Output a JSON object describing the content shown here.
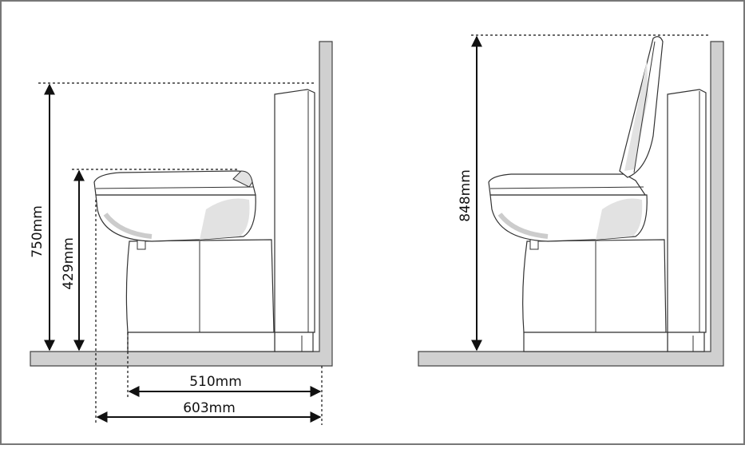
{
  "dimensions": {
    "seat_height": "429mm",
    "lid_closed_height": "750mm",
    "lid_open_height": "848mm",
    "depth_base": "510mm",
    "depth_total": "603mm"
  }
}
